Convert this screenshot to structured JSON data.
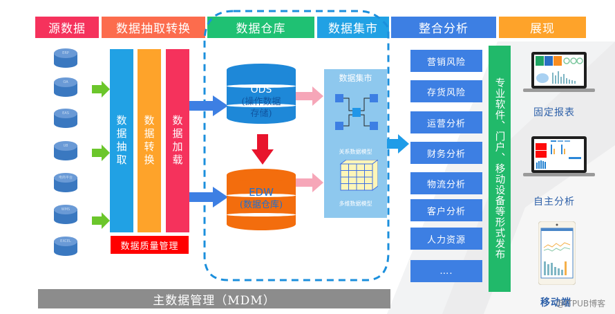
{
  "headers": [
    {
      "label": "源数据",
      "color": "#f5325c"
    },
    {
      "label": "数据抽取转换",
      "color": "#fc6c4d"
    },
    {
      "label": "数据仓库",
      "color": "#1fc173"
    },
    {
      "label": "数据集市",
      "color": "#21a1e4"
    },
    {
      "label": "整合分析",
      "color": "#3d7fe3"
    },
    {
      "label": "展现",
      "color": "#fea32a"
    }
  ],
  "sources": [
    "ERP",
    "OA",
    "EAS",
    "U8",
    "电商平台",
    "WMS",
    "EXCEL"
  ],
  "etl": {
    "extract": "数据抽取",
    "transform": "数据转换",
    "load": "数据加载",
    "quality": "数据质量管理"
  },
  "warehouse": {
    "ods_title": "ODS",
    "ods_sub1": "(操作数据",
    "ods_sub2": "存储)",
    "edw_title": "EDW",
    "edw_sub": "(数据仓库)"
  },
  "datamart": {
    "title": "数据集市",
    "relational": "关系数据模型",
    "multidim": "多维数据模型"
  },
  "analysis": [
    "营销风险",
    "存货风险",
    "运营分析",
    "财务分析",
    "物流分析",
    "客户分析",
    "人力资源",
    "…."
  ],
  "publish": "专业软件、门户、移动设备等形式发布",
  "display": {
    "fixed_report": "固定报表",
    "self_analysis": "自主分析",
    "mobile": "移动端"
  },
  "mdm": "主数据管理（MDM）",
  "watermark": "@ITPUB博客"
}
